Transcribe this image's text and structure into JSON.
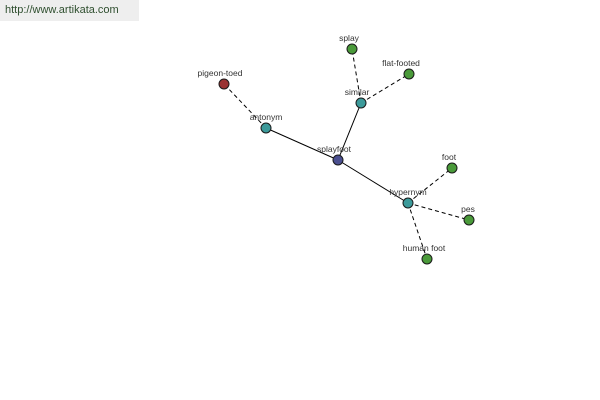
{
  "header": {
    "url": "http://www.artikata.com"
  },
  "colors": {
    "root": "#4a4f8f",
    "relation": "#3c9a9a",
    "word": "#4a9a3a",
    "antonym_word": "#9a3232"
  },
  "graph": {
    "nodes": [
      {
        "id": "splayfoot",
        "label": "splayfoot",
        "kind": "root"
      },
      {
        "id": "antonym",
        "label": "antonym",
        "kind": "relation"
      },
      {
        "id": "similar",
        "label": "similar",
        "kind": "relation"
      },
      {
        "id": "hypernym",
        "label": "hypernym",
        "kind": "relation"
      },
      {
        "id": "pigeon-toed",
        "label": "pigeon-toed",
        "kind": "antonym_word"
      },
      {
        "id": "splay",
        "label": "splay",
        "kind": "word"
      },
      {
        "id": "flat-footed",
        "label": "flat-footed",
        "kind": "word"
      },
      {
        "id": "foot",
        "label": "foot",
        "kind": "word"
      },
      {
        "id": "pes",
        "label": "pes",
        "kind": "word"
      },
      {
        "id": "human-foot",
        "label": "human foot",
        "kind": "word"
      }
    ],
    "edges": [
      {
        "from": "splayfoot",
        "to": "antonym",
        "style": "solid"
      },
      {
        "from": "splayfoot",
        "to": "similar",
        "style": "solid"
      },
      {
        "from": "splayfoot",
        "to": "hypernym",
        "style": "solid"
      },
      {
        "from": "antonym",
        "to": "pigeon-toed",
        "style": "dashed"
      },
      {
        "from": "similar",
        "to": "splay",
        "style": "dashed"
      },
      {
        "from": "similar",
        "to": "flat-footed",
        "style": "dashed"
      },
      {
        "from": "hypernym",
        "to": "foot",
        "style": "dashed"
      },
      {
        "from": "hypernym",
        "to": "pes",
        "style": "dashed"
      },
      {
        "from": "hypernym",
        "to": "human-foot",
        "style": "dashed"
      }
    ]
  }
}
